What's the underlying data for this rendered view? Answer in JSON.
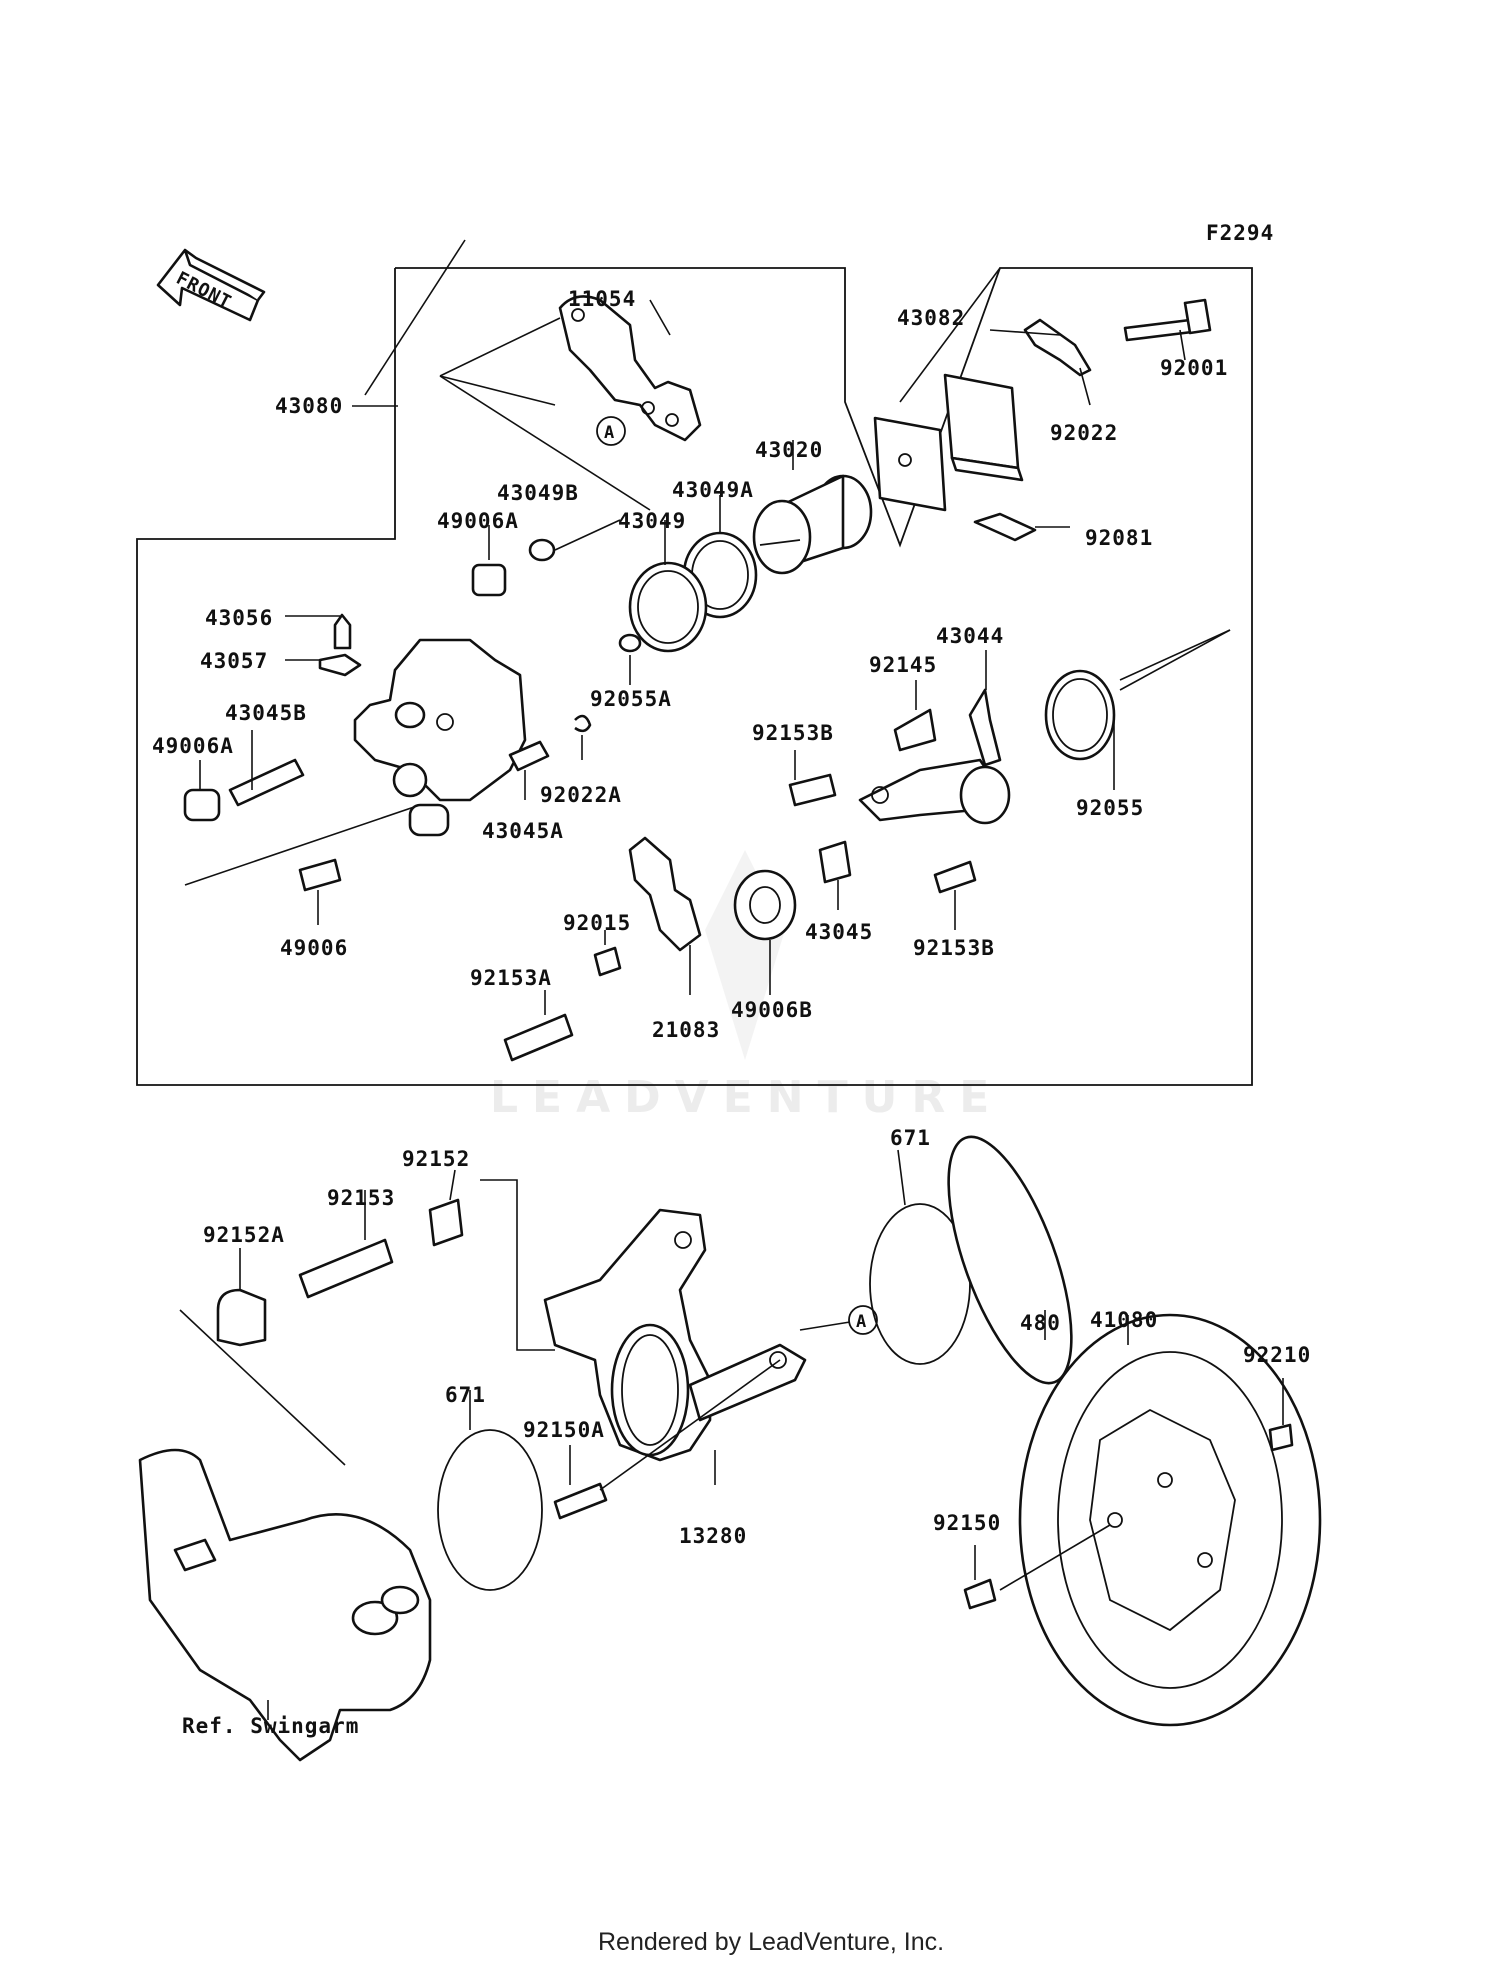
{
  "diagram_code": "F2294",
  "front_arrow_label": "FRONT",
  "watermark": "LEADVENTURE",
  "footer": "Rendered by LeadVenture, Inc.",
  "reference_label": "Ref. Swingarm",
  "callout_letter": "A",
  "part_numbers": {
    "p11054": "11054",
    "p43080": "43080",
    "p43082": "43082",
    "p92001": "92001",
    "p92022": "92022",
    "p43020": "43020",
    "p43049B": "43049B",
    "p43049A": "43049A",
    "p49006A_top": "49006A",
    "p43049": "43049",
    "p92081": "92081",
    "p43056": "43056",
    "p43057": "43057",
    "p43044": "43044",
    "p92145": "92145",
    "p92055A": "92055A",
    "p43045B": "43045B",
    "p49006A_left": "49006A",
    "p92153B_top": "92153B",
    "p92022A": "92022A",
    "p43045A": "43045A",
    "p92055": "92055",
    "p49006": "49006",
    "p92015": "92015",
    "p43045": "43045",
    "p92153B_bottom": "92153B",
    "p92153A": "92153A",
    "p21083": "21083",
    "p49006B": "49006B",
    "p92152": "92152",
    "p671_top": "671",
    "p92153": "92153",
    "p92152A": "92152A",
    "p480": "480",
    "p41080": "41080",
    "p92210": "92210",
    "p671_bottom": "671",
    "p92150A": "92150A",
    "p13280": "13280",
    "p92150": "92150"
  }
}
